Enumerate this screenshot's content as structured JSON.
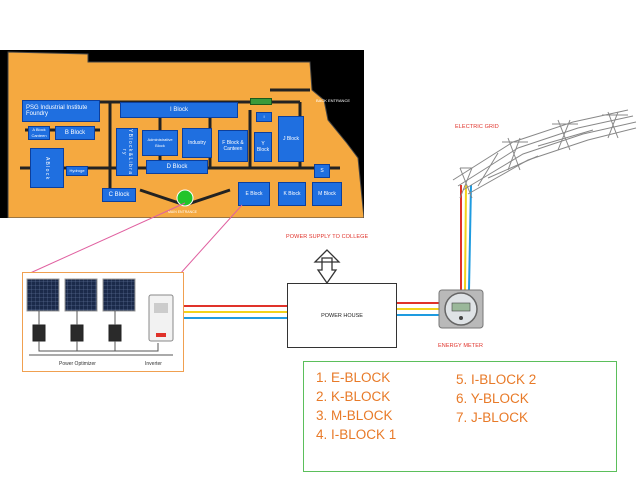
{
  "map": {
    "foundry": "PSG Industrial Institute Foundry",
    "blocks": {
      "b": "B Block",
      "i": "I Block",
      "admin": "Administrative Block",
      "industry": "Industry",
      "f": "F Block & Canteen",
      "y": "Y Block",
      "j": "J Block",
      "library": "Y B l o c k & L i b r a r y",
      "d": "D Block",
      "c": "C Block",
      "e": "E Block",
      "k": "K Block",
      "m": "M Block",
      "a": "A B l o c k",
      "s": "S",
      "hydro": "Hydroge",
      "small1": "A Block Canteen",
      "small2": "I"
    },
    "back_entrance": "BACK ENTRANCE",
    "main_entrance": "MAIN ENTRANCE"
  },
  "labels": {
    "electric_grid": "ELECTRIC GRID",
    "power_supply": "POWER SUPPLY TO COLLEGE",
    "power_house": "POWER HOUSE",
    "energy_meter": "ENERGY METER",
    "power_optimizer": "Power Optimizer",
    "inverter": "Inverter"
  },
  "legend": [
    "1. E-BLOCK",
    "2. K-BLOCK",
    "3. M-BLOCK",
    "4. I-BLOCK 1",
    "5. I-BLOCK 2",
    "6. Y-BLOCK",
    "7. J-BLOCK"
  ],
  "colors": {
    "campus_ground": "#f5a940",
    "block": "#1f6fe0",
    "wire_red": "#e0322a",
    "wire_yellow": "#f2d21b",
    "wire_blue": "#1e9be0",
    "legend_text": "#e87a28",
    "legend_border": "#5bbf5b",
    "panel_border": "#f0a050"
  }
}
